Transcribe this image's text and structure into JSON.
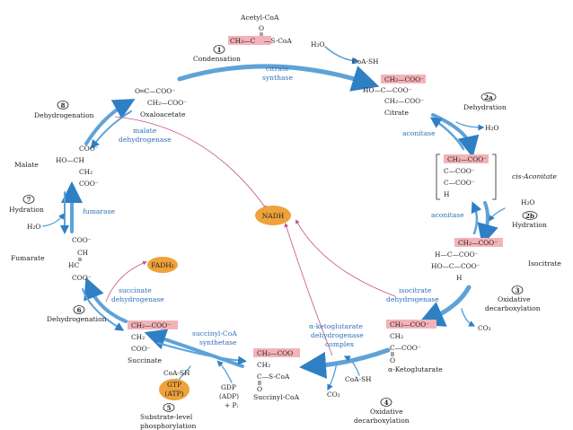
{
  "molecules": {
    "acetyl_coa": {
      "name": "Acetyl-CoA",
      "formula_left": "CH₃—C",
      "formula_right": "—S-CoA",
      "oxygen": "O"
    },
    "citrate": {
      "name": "Citrate",
      "line1": "CH₂—COO⁻",
      "line2": "HO—C—COO⁻",
      "line3": "CH₂—COO⁻"
    },
    "cis_aconitate": {
      "name": "cis-Aconitate",
      "line1": "CH₂—COO⁻",
      "line2": "C—COO⁻",
      "line3": "C—COO⁻",
      "line4": "H"
    },
    "isocitrate": {
      "name": "Isocitrate",
      "line1": "CH₂—COO⁻",
      "line2": "H—C—COO⁻",
      "line3": "HO—C—COO⁻",
      "line4": "H"
    },
    "alpha_ketoglutarate": {
      "name": "α-Ketoglutarate",
      "line1": "CH₂—COO⁻",
      "line2": "CH₂",
      "line3": "C—COO⁻",
      "oxygen": "O"
    },
    "succinyl_coa": {
      "name": "Succinyl-CoA",
      "line1": "CH₂—COO",
      "line2": "CH₂",
      "line3": "C—S-CoA",
      "oxygen": "O"
    },
    "succinate": {
      "name": "Succinate",
      "line1": "CH₂—COO⁻",
      "line2": "CH₂",
      "line3": "COO⁻"
    },
    "fumarate": {
      "name": "Fumarate",
      "line1": "COO⁻",
      "line2": "CH",
      "line3": "HC",
      "line4": "COO⁻"
    },
    "malate": {
      "name": "Malate",
      "line1": "COO⁻",
      "line2": "HO—CH",
      "line3": "CH₂",
      "line4": "COO⁻"
    },
    "oxaloacetate": {
      "name": "Oxaloacetate",
      "line1": "O═C—COO⁻",
      "line2": "CH₂—COO⁻"
    }
  },
  "enzymes": {
    "citrate_synthase": [
      "citrate",
      "synthase"
    ],
    "aconitase_1": "aconitase",
    "aconitase_2": "aconitase",
    "isocitrate_dh": [
      "isocitrate",
      "dehydrogenase"
    ],
    "akg_dh": [
      "α-ketoglutarate",
      "dehydrogenase",
      "complex"
    ],
    "succinyl_coa_synthetase": [
      "succinyl-CoA",
      "synthetase"
    ],
    "succinate_dh": [
      "succinate",
      "dehydrogenase"
    ],
    "fumarase": "fumarase",
    "malate_dh": [
      "malate",
      "dehydrogenase"
    ]
  },
  "steps": [
    {
      "num": "1",
      "lines": [
        "Condensation"
      ]
    },
    {
      "num": "2a",
      "lines": [
        "Dehydration"
      ]
    },
    {
      "num": "2b",
      "lines": [
        "Hydration"
      ]
    },
    {
      "num": "3",
      "lines": [
        "Oxidative",
        "decarboxylation"
      ]
    },
    {
      "num": "4",
      "lines": [
        "Oxidative",
        "decarboxylation"
      ]
    },
    {
      "num": "5",
      "lines": [
        "Substrate-level",
        "phosphorylation"
      ]
    },
    {
      "num": "6",
      "lines": [
        "Dehydrogenation"
      ]
    },
    {
      "num": "7",
      "lines": [
        "Hydration"
      ]
    },
    {
      "num": "8",
      "lines": [
        "Dehydrogenation"
      ]
    }
  ],
  "small_molecules": {
    "h2o_top": "H₂O",
    "coash_top": "CoA-SH",
    "h2o_2a": "H₂O",
    "h2o_2b": "H₂O",
    "co2_3": "CO₂",
    "co2_4": "CO₂",
    "coash_4": "CoA-SH",
    "coash_5": "CoA-SH",
    "gdp": [
      "GDP",
      "(ADP)",
      "+ Pᵢ"
    ],
    "h2o_7": "H₂O"
  },
  "cofactors": {
    "nadh": "NADH",
    "fadh2": "FADH₂",
    "gtp": [
      "GTP",
      "(ATP)"
    ]
  },
  "colors": {
    "arrow": "#5da3d8",
    "arrow_dark": "#2f7fc4",
    "enzyme_text": "#2e6fb6",
    "highlight": "#f4b3b8",
    "cofactor": "#eea23a",
    "electron_path": "#c2508c"
  }
}
